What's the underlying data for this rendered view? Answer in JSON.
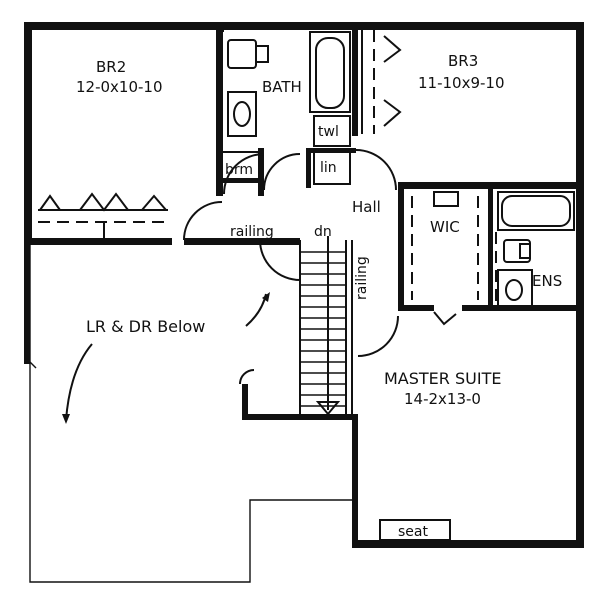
{
  "rooms": {
    "br2": {
      "name": "BR2",
      "dims": "12-0x10-10"
    },
    "br3": {
      "name": "BR3",
      "dims": "11-10x9-10"
    },
    "bath": {
      "name": "BATH"
    },
    "master": {
      "name": "MASTER SUITE",
      "dims": "14-2x13-0"
    },
    "wic": {
      "name": "WIC"
    },
    "ens": {
      "name": "ENS"
    },
    "hall": {
      "name": "Hall"
    },
    "lr_dr": {
      "name": "LR & DR Below"
    }
  },
  "labels": {
    "twl": "twl",
    "lin": "lin",
    "brm": "brm",
    "railing_h": "railing",
    "railing_v": "railing",
    "dn": "dn",
    "seat": "seat"
  }
}
